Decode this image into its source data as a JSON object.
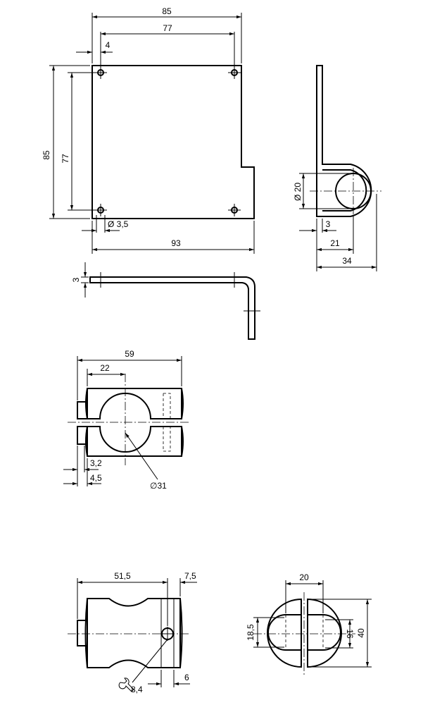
{
  "dimensions": {
    "plate_width_outer": "85",
    "plate_width_holes": "77",
    "hole_offset": "4",
    "plate_height_outer": "85",
    "plate_height_holes": "77",
    "hole_diameter": "Ø 3,5",
    "plate_total_width": "93",
    "bracket_hole_diameter": "Ø 20",
    "bracket_thickness_side": "3",
    "bracket_hole_center": "21",
    "bracket_depth": "34",
    "sheet_thickness": "3",
    "clamp_width": "59",
    "clamp_center": "22",
    "clamp_offset_a": "3,2",
    "clamp_offset_b": "4,5",
    "clamp_bore": "∅31",
    "holder_length": "51,5",
    "holder_screw_offset": "7,5",
    "holder_wrench_size": "8,4",
    "holder_screw_width": "6",
    "holder_gap_width": "20",
    "holder_inner_height": "18,5",
    "holder_inner_diameter": "16",
    "holder_outer_height": "40"
  }
}
